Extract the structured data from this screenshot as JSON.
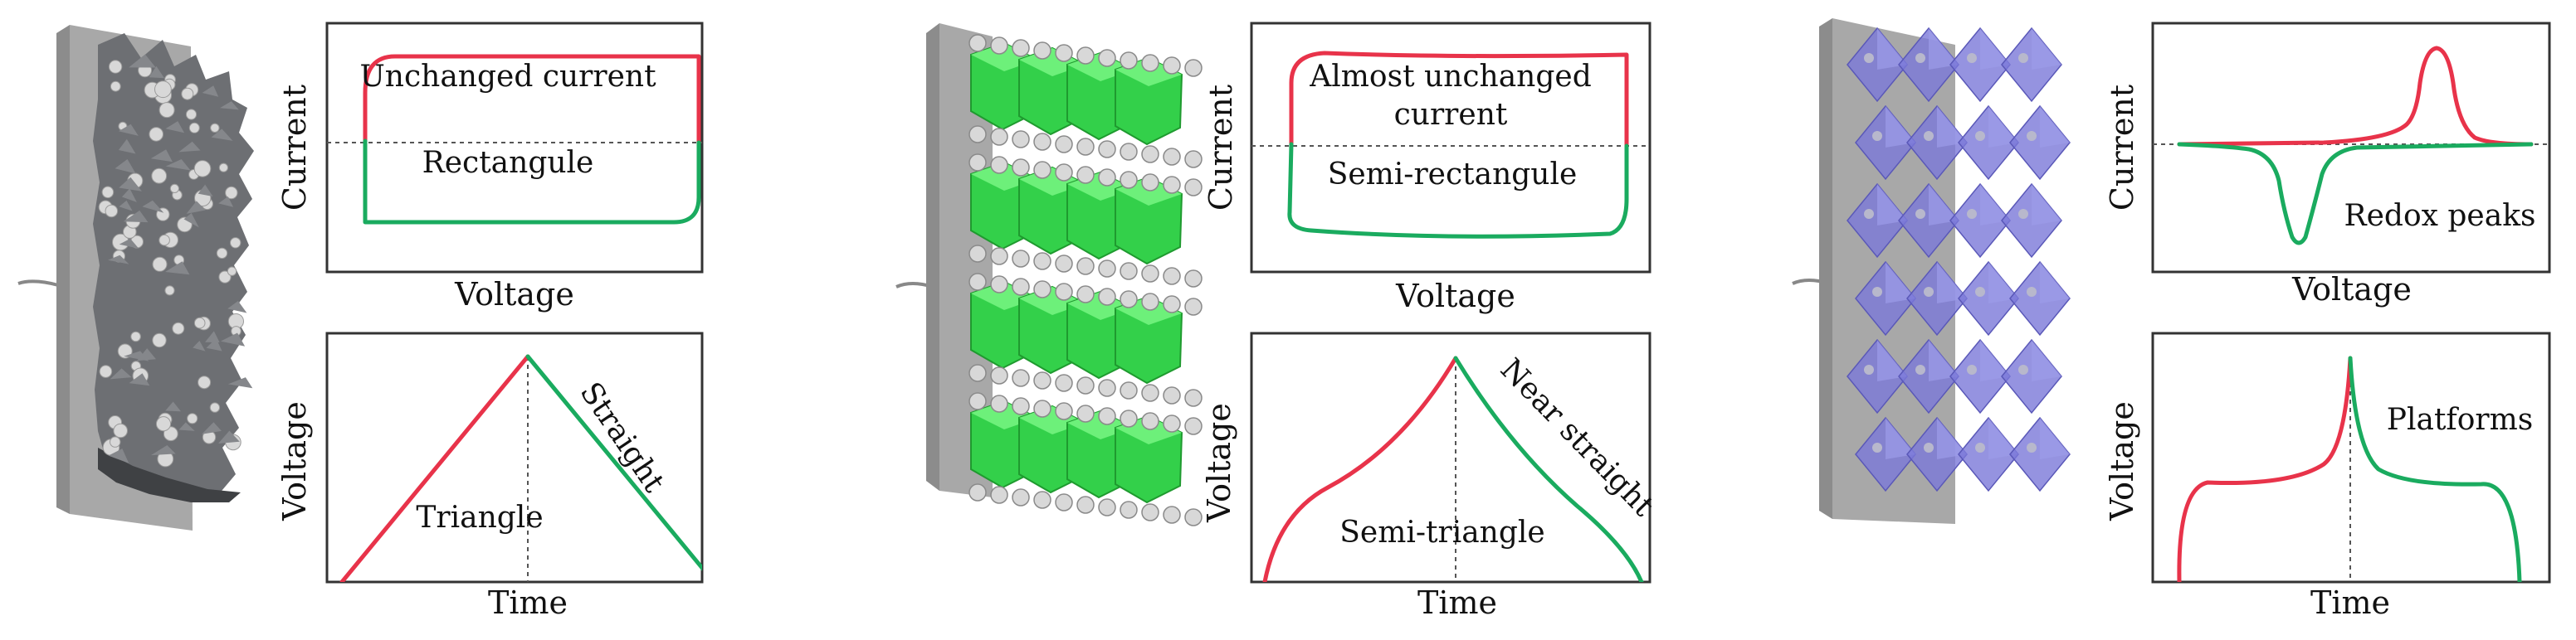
{
  "colors": {
    "charge": "#e8334a",
    "discharge": "#1aab5f",
    "frame": "#333333",
    "guide": "#555555",
    "plate_front": "#a8a8a8",
    "plate_side": "#8c8c8c",
    "eb1_sheet": "#6d6f73",
    "eb1_dark": "#3f4144",
    "particle": "#d8d8d8",
    "eb2_crystal": "#33d04a",
    "eb2_crystal_dark": "#1f9a2f",
    "eb3_crystal": "#7a78d8",
    "eb3_crystal_dark": "#5a58b8"
  },
  "panels": [
    {
      "cv": {
        "shape": "rectangle",
        "ylabel": "Current",
        "xlabel": "Voltage",
        "label_top": "Unchanged current",
        "label_bottom": "Rectangule"
      },
      "gcd": {
        "shape": "triangle",
        "ylabel": "Voltage",
        "xlabel": "Time",
        "label_center": "Triangle",
        "label_slope": "Straight"
      }
    },
    {
      "cv": {
        "shape": "semi-rectangle",
        "ylabel": "Current",
        "xlabel": "Voltage",
        "label_top_line1": "Almost unchanged",
        "label_top_line2": "current",
        "label_bottom": "Semi-rectangule"
      },
      "gcd": {
        "shape": "semi-triangle",
        "ylabel": "Voltage",
        "xlabel": "Time",
        "label_center": "Semi-triangle",
        "label_slope": "Near straight"
      }
    },
    {
      "cv": {
        "shape": "redox-peaks",
        "ylabel": "Current",
        "xlabel": "Voltage",
        "label_bottom": "Redox peaks"
      },
      "gcd": {
        "shape": "platforms",
        "ylabel": "Voltage",
        "xlabel": "Time",
        "label_side": "Platforms"
      }
    }
  ]
}
